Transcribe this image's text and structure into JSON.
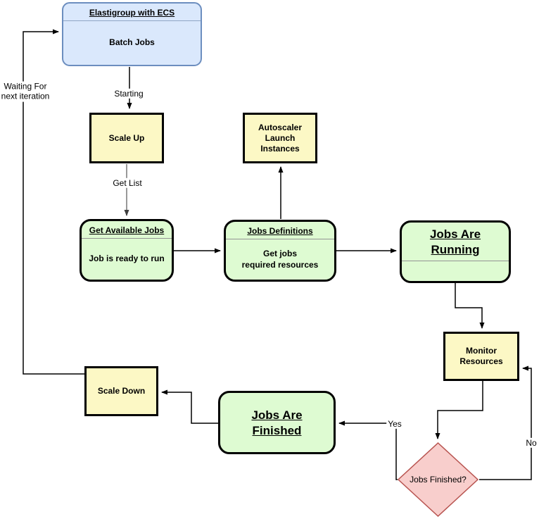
{
  "diagram": {
    "title": "Elastigroup with ECS batch jobs flowchart",
    "nodes": {
      "elastigroup": {
        "title": "Elastigroup with ECS",
        "body": "Batch Jobs"
      },
      "scale_up": {
        "label": "Scale Up"
      },
      "autoscaler": {
        "label": "Autoscaler\nLaunch\nInstances"
      },
      "get_available_jobs": {
        "title": "Get Available Jobs",
        "body": "Job is ready to run"
      },
      "jobs_definitions": {
        "title": "Jobs Definitions",
        "body": "Get jobs\nrequired resources"
      },
      "jobs_running": {
        "title": "Jobs Are\nRunning"
      },
      "monitor": {
        "label": "Monitor\nResources"
      },
      "scale_down": {
        "label": "Scale Down"
      },
      "jobs_finished": {
        "title": "Jobs Are\nFinished"
      },
      "decision": {
        "label": "Jobs Finished?"
      }
    },
    "edge_labels": {
      "starting": "Starting",
      "get_list": "Get List",
      "waiting": "Waiting For\nnext iteration",
      "yes": "Yes",
      "no": "No"
    },
    "colors": {
      "blue_fill": "#DAE8FC",
      "blue_border": "#6C8EBF",
      "yellow_fill": "#FCF8C5",
      "green_fill": "#DEFBD2",
      "black_border": "#000000",
      "decision_fill": "#F8CECC",
      "decision_border": "#B85450",
      "edge_black": "#000000",
      "edge_gray": "#999999"
    }
  }
}
